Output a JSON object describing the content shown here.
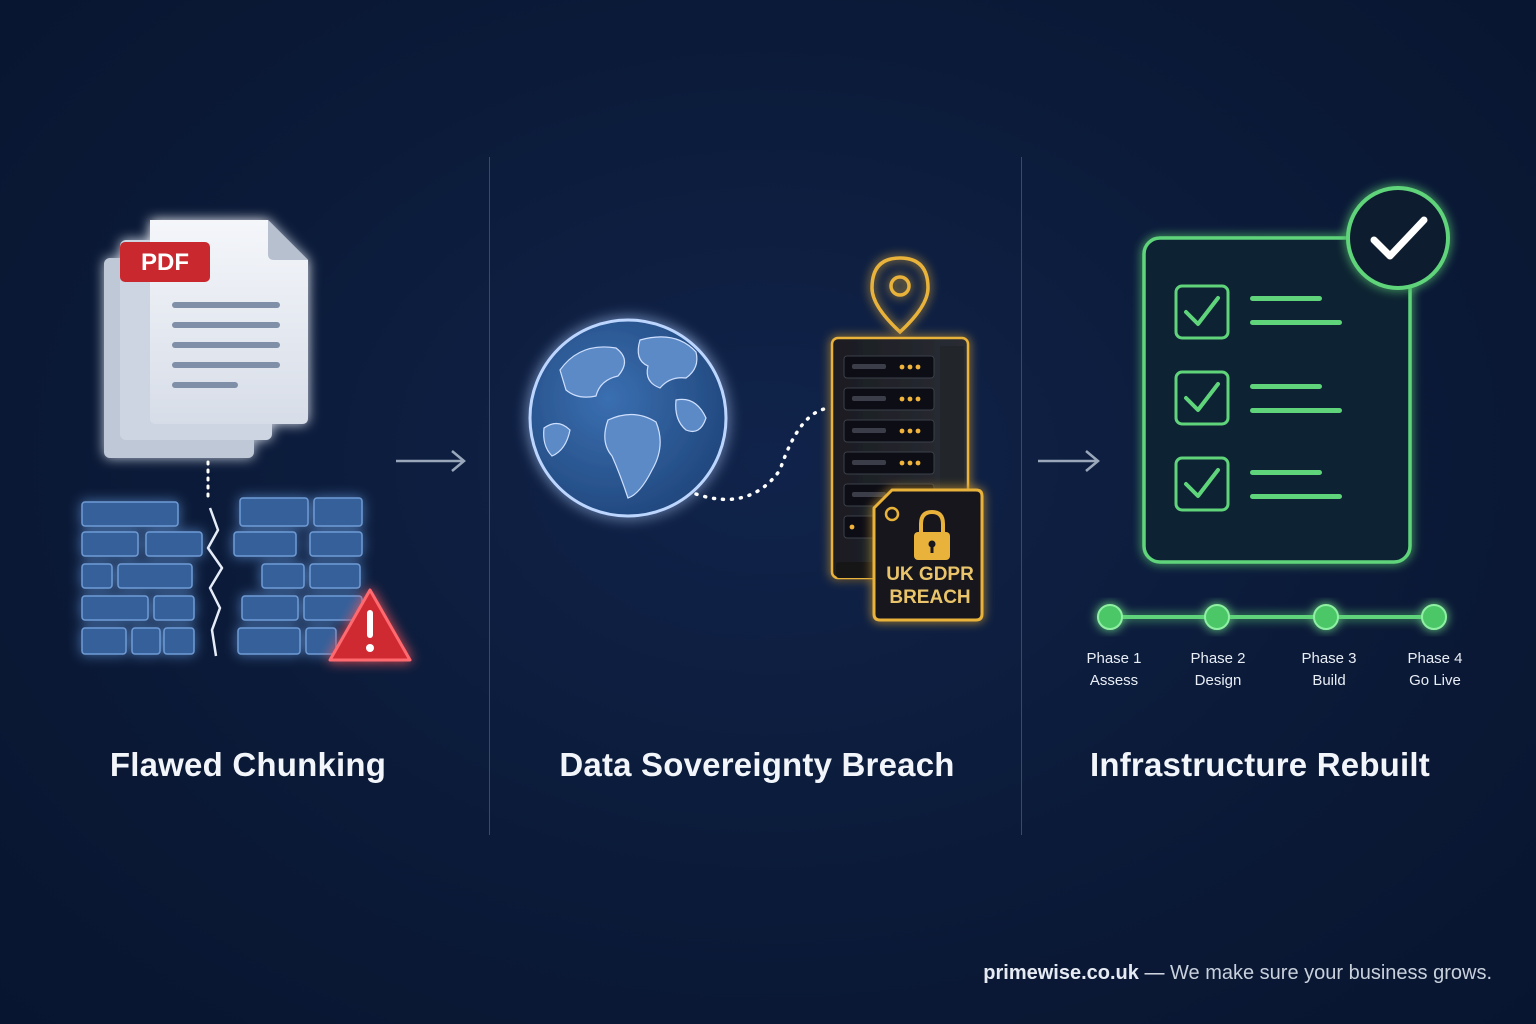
{
  "panels": [
    {
      "title": "Flawed Chunking",
      "badge": "PDF"
    },
    {
      "title": "Data Sovereignty Breach",
      "tag_line1": "UK GDPR",
      "tag_line2": "BREACH"
    },
    {
      "title": "Infrastructure Rebuilt"
    }
  ],
  "phases": [
    {
      "name": "Phase 1",
      "step": "Assess"
    },
    {
      "name": "Phase 2",
      "step": "Design"
    },
    {
      "name": "Phase 3",
      "step": "Build"
    },
    {
      "name": "Phase 4",
      "step": "Go Live"
    }
  ],
  "footer": {
    "domain": "primewise.co.uk",
    "separator": " — ",
    "tagline": "We make sure your business grows."
  },
  "colors": {
    "background": "#0b1a38",
    "warning": "#d9333a",
    "gold": "#e9b23a",
    "green": "#5fd47a",
    "globe": "#2f5d9a",
    "brick": "#36609a"
  },
  "icons": [
    "pdf-document-icon",
    "broken-wall-icon",
    "warning-icon",
    "arrow-right-icon",
    "globe-icon",
    "location-pin-icon",
    "server-rack-icon",
    "padlock-icon",
    "checklist-icon",
    "checkmark-circle-icon"
  ]
}
